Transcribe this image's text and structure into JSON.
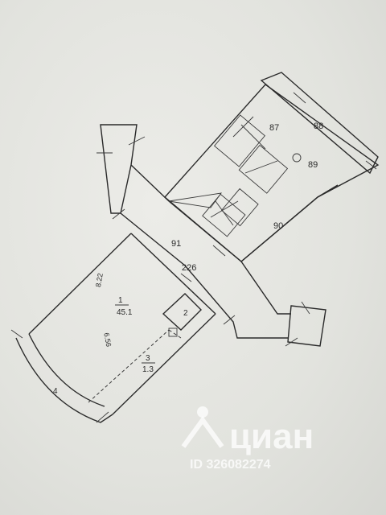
{
  "rooms": {
    "r87": "87",
    "r88": "88",
    "r89": "89",
    "r90": "90",
    "r91": "91",
    "r226": "226",
    "r1": "1",
    "r1_area": "45.1",
    "r2": "2",
    "r3": "3",
    "r3_area": "1.3",
    "r4": "4"
  },
  "dimensions": {
    "d822": "8.22",
    "d656": "6.56"
  },
  "watermark": {
    "brand": "циан",
    "listing_id": "ID 326082274"
  },
  "colors": {
    "paper": "#e3e4df",
    "ink": "#2a2a2a"
  }
}
